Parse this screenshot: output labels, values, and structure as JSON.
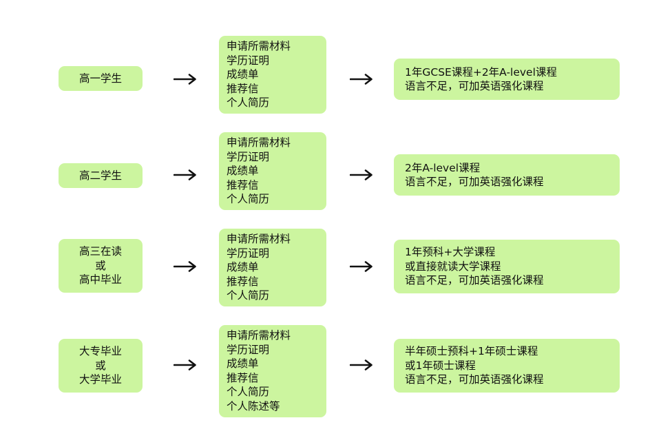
{
  "rows": [
    {
      "stage": [
        "高一学生"
      ],
      "materials": [
        "申请所需材料",
        "学历证明",
        "成绩单",
        "推荐信",
        "个人简历"
      ],
      "program": [
        "1年GCSE课程+2年A-level课程",
        "语言不足，可加英语强化课程"
      ]
    },
    {
      "stage": [
        "高二学生"
      ],
      "materials": [
        "申请所需材料",
        "学历证明",
        "成绩单",
        "推荐信",
        "个人简历"
      ],
      "program": [
        "2年A-level课程",
        "语言不足，可加英语强化课程"
      ]
    },
    {
      "stage": [
        "高三在读",
        "或",
        "高中毕业"
      ],
      "materials": [
        "申请所需材料",
        "学历证明",
        "成绩单",
        "推荐信",
        "个人简历"
      ],
      "program": [
        "1年预科+大学课程",
        "或直接就读大学课程",
        "语言不足，可加英语强化课程"
      ]
    },
    {
      "stage": [
        "大专毕业",
        "或",
        "大学毕业"
      ],
      "materials": [
        "申请所需材料",
        "学历证明",
        "成绩单",
        "推荐信",
        "个人简历",
        "个人陈述等"
      ],
      "program": [
        "半年硕士预科+1年硕士课程",
        "或1年硕士课程",
        "语言不足，可加英语强化课程"
      ]
    }
  ],
  "colors": {
    "box_fill": "#ccf59f",
    "text": "#111111",
    "arrow": "#111111"
  },
  "icons": {
    "flow_arrow": "arrow-right-icon"
  }
}
